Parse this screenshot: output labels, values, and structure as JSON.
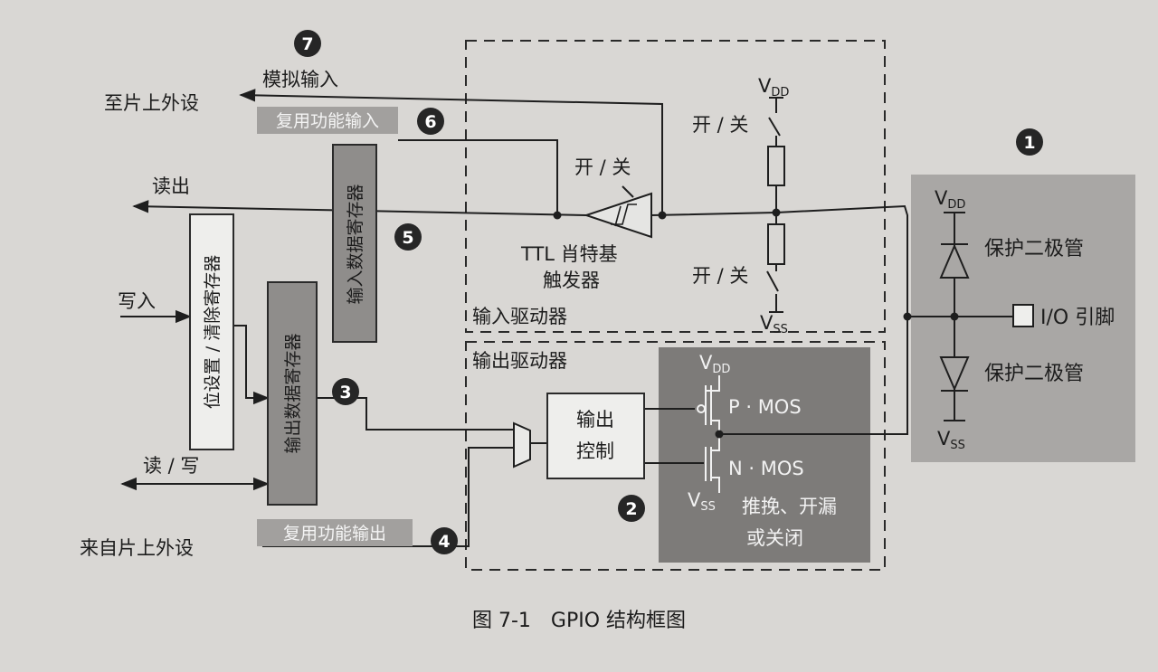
{
  "caption": "图 7-1　GPIO 结构框图",
  "markers": [
    "1",
    "2",
    "3",
    "4",
    "5",
    "6",
    "7"
  ],
  "signals": {
    "to_peripheral": "至片上外设",
    "analog_input": "模拟输入",
    "alt_function_input": "复用功能输入",
    "read_out": "读出",
    "write_in": "写入",
    "read_write": "读 / 写",
    "from_peripheral": "来自片上外设",
    "alt_function_output": "复用功能输出"
  },
  "registers": {
    "input_data": "输入数据寄存器",
    "bit_set_reset": "位设置 / 清除寄存器",
    "output_data": "输出数据寄存器"
  },
  "input_driver": {
    "label": "输入驱动器",
    "schmitt_switch": "开 / 关",
    "schmitt_line1": "TTL 肖特基",
    "schmitt_line2": "触发器",
    "pullup_switch": "开 / 关",
    "pulldown_switch": "开 / 关",
    "vdd": "V",
    "vdd_sub": "DD",
    "vss": "V",
    "vss_sub": "SS"
  },
  "output_driver": {
    "label": "输出驱动器",
    "control_line1": "输出",
    "control_line2": "控制",
    "vdd": "V",
    "vdd_sub": "DD",
    "vss": "V",
    "vss_sub": "SS",
    "pmos": "P · MOS",
    "nmos": "N · MOS",
    "mode_line1": "推挽、开漏",
    "mode_line2": "或关闭"
  },
  "protection": {
    "vdd": "V",
    "vdd_sub": "DD",
    "vss": "V",
    "vss_sub": "SS",
    "diode_top": "保护二极管",
    "diode_bottom": "保护二极管",
    "pin": "I/O 引脚"
  },
  "colors": {
    "background": "#d9d7d4",
    "gray_block": "#8f8d8b",
    "protection_block": "#a9a7a5",
    "line": "#1e1e1e"
  }
}
